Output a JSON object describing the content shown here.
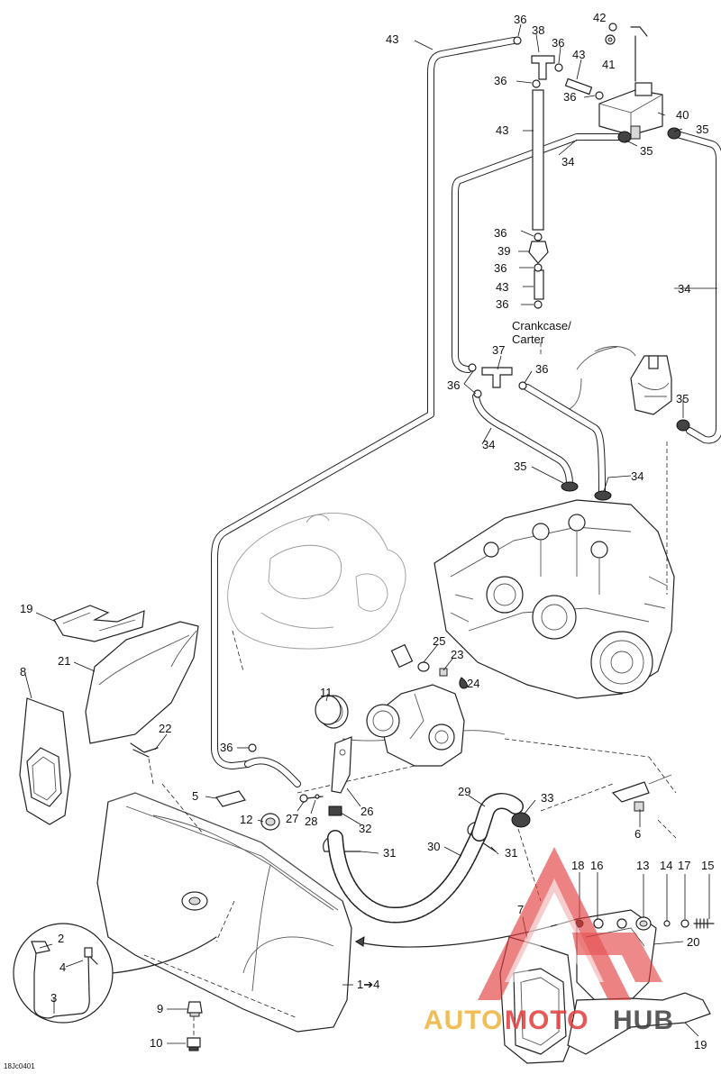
{
  "diagram": {
    "drawing_code": "18Jc0401",
    "note_line1": "Crankcase/",
    "note_line2": "Carter",
    "callouts": {
      "n1": "1➔4",
      "n2": "2",
      "n3": "3",
      "n4": "4",
      "n5": "5",
      "n6": "6",
      "n7": "7",
      "n8": "8",
      "n9": "9",
      "n10": "10",
      "n11": "11",
      "n12": "12",
      "n13": "13",
      "n14": "14",
      "n15": "15",
      "n16": "16",
      "n17": "17",
      "n18": "18",
      "n19": "19",
      "n20": "20",
      "n21": "21",
      "n22": "22",
      "n23": "23",
      "n24": "24",
      "n25": "25",
      "n26": "26",
      "n27": "27",
      "n28": "28",
      "n29": "29",
      "n30": "30",
      "n31": "31",
      "n32": "32",
      "n33": "33",
      "n34": "34",
      "n35": "35",
      "n36": "36",
      "n37": "37",
      "n38": "38",
      "n39": "39",
      "n40": "40",
      "n41": "41",
      "n42": "42",
      "n43": "43"
    }
  },
  "watermark": {
    "text_part1": "AUTO",
    "text_part2": "MOTO",
    "text_part3": "HUB",
    "colors": {
      "red": "#e23b3b",
      "gold": "#f0b23a",
      "dark": "#3d3d3d"
    }
  }
}
